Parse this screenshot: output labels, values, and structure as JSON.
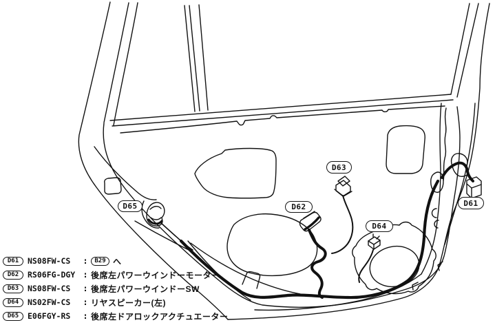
{
  "colors": {
    "line": "#111111",
    "background": "#ffffff"
  },
  "callouts": [
    {
      "id": "D61"
    },
    {
      "id": "D62"
    },
    {
      "id": "D63"
    },
    {
      "id": "D64"
    },
    {
      "id": "D65"
    }
  ],
  "legend": {
    "rows": [
      {
        "id": "D61",
        "code": "NS08FW-CS",
        "separator": ":",
        "target": "B29",
        "target_suffix": "へ",
        "description": ""
      },
      {
        "id": "D62",
        "code": "RS06FG-DGY",
        "separator": ":",
        "description": "後席左パワーウインドーモーター"
      },
      {
        "id": "D63",
        "code": "NS08FW-CS",
        "separator": ":",
        "description": "後席左パワーウインドーSW"
      },
      {
        "id": "D64",
        "code": "NS02FW-CS",
        "separator": ":",
        "description": "リヤスピーカー(左)"
      },
      {
        "id": "D65",
        "code": "E06FGY-RS",
        "separator": ":",
        "description": "後席左ドアロックアクチュエーター"
      }
    ]
  }
}
